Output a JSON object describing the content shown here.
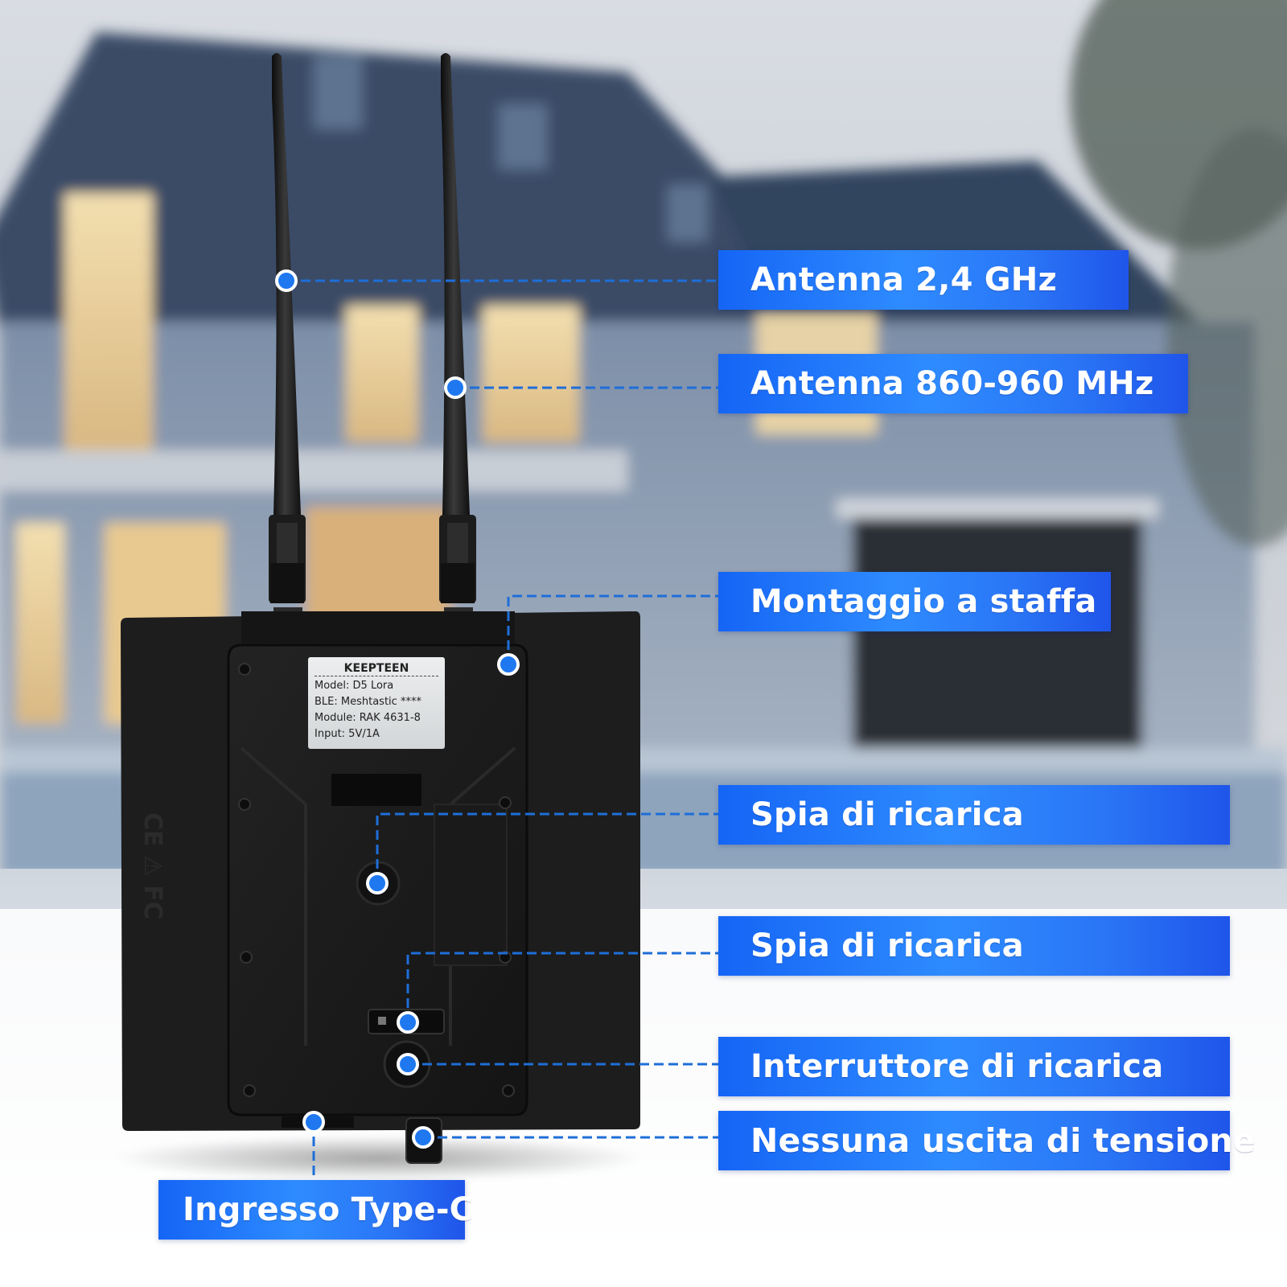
{
  "callouts": {
    "antenna_24": "Antenna 2,4 GHz",
    "antenna_868": "Antenna 860-960 MHz",
    "bracket": "Montaggio a staffa",
    "charge_led_1": "Spia di ricarica",
    "charge_led_2": "Spia di ricarica",
    "charge_switch": "Interruttore di ricarica",
    "no_output": "Nessuna uscita di tensione",
    "type_c": "Ingresso Type-C"
  },
  "nameplate": {
    "brand": "KEEPTEEN",
    "model": "Model: D5 Lora",
    "ble": "BLE: Meshtastic ****",
    "module": "Module: RAK 4631-8",
    "input": "Input: 5V/1A"
  },
  "colors": {
    "label_blue": "#1f6ef5",
    "marker_blue": "#1f78f0",
    "device_black": "#1a1a1a"
  }
}
